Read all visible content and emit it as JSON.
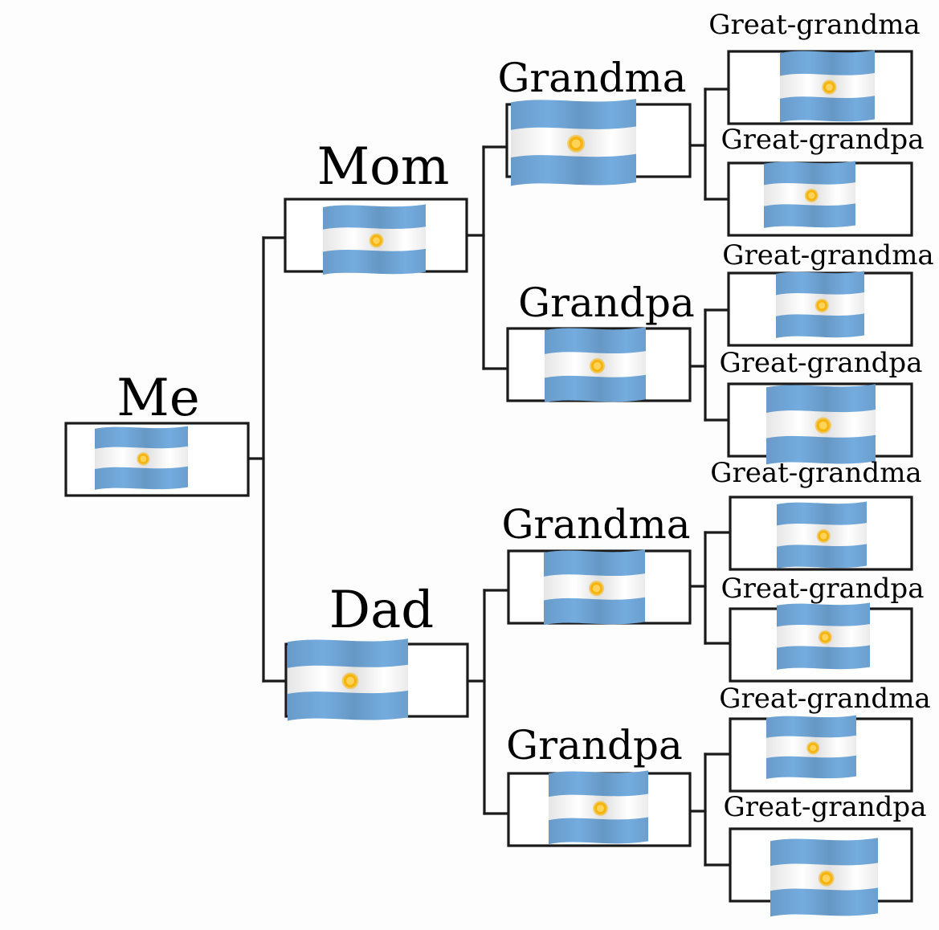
{
  "tree": {
    "me": {
      "label": "Me",
      "flag": "argentina-flag"
    },
    "mom": {
      "label": "Mom",
      "flag": "argentina-flag"
    },
    "dad": {
      "label": "Dad",
      "flag": "argentina-flag"
    },
    "mom_grandma": {
      "label": "Grandma",
      "flag": "argentina-flag"
    },
    "mom_grandpa": {
      "label": "Grandpa",
      "flag": "argentina-flag"
    },
    "dad_grandma": {
      "label": "Grandma",
      "flag": "argentina-flag"
    },
    "dad_grandpa": {
      "label": "Grandpa",
      "flag": "argentina-flag"
    },
    "greats": [
      {
        "label": "Great-grandma",
        "flag": "argentina-flag"
      },
      {
        "label": "Great-grandpa",
        "flag": "argentina-flag"
      },
      {
        "label": "Great-grandma",
        "flag": "argentina-flag"
      },
      {
        "label": "Great-grandpa",
        "flag": "argentina-flag"
      },
      {
        "label": "Great-grandma",
        "flag": "argentina-flag"
      },
      {
        "label": "Great-grandpa",
        "flag": "argentina-flag"
      },
      {
        "label": "Great-grandma",
        "flag": "argentina-flag"
      },
      {
        "label": "Great-grandpa",
        "flag": "argentina-flag"
      }
    ]
  },
  "colors": {
    "line": "#1a1a1a",
    "flag_blue": "#74acdf",
    "flag_white": "#ffffff",
    "sun": "#f6b40e",
    "sun_center": "#ffd35a"
  }
}
